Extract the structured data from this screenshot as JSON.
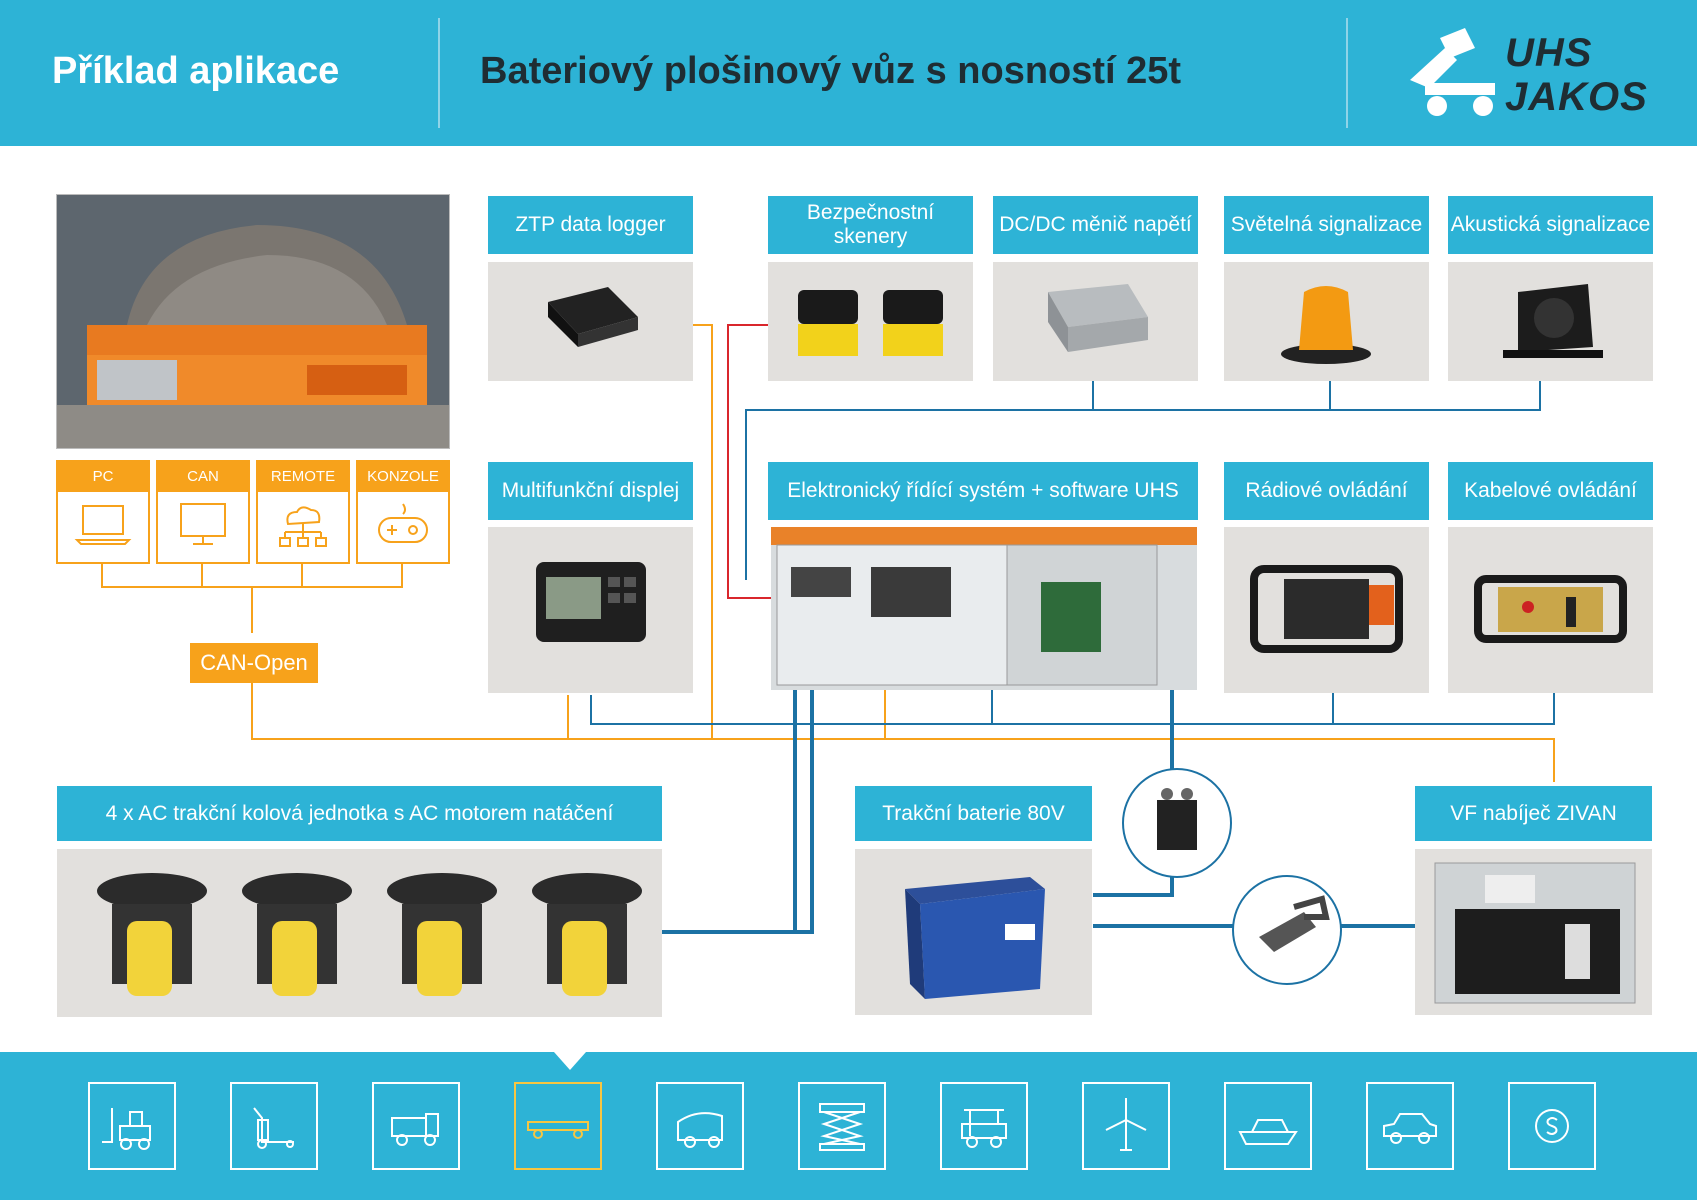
{
  "header": {
    "section": "Příklad aplikace",
    "title": "Bateriový plošinový vůz s nosností 25t",
    "logo_line1": "UHS",
    "logo_line2": "JAKOS"
  },
  "interfaces": [
    {
      "label": "PC",
      "icon": "laptop-icon"
    },
    {
      "label": "CAN",
      "icon": "monitor-icon"
    },
    {
      "label": "REMOTE",
      "icon": "cloud-network-icon"
    },
    {
      "label": "KONZOLE",
      "icon": "gamepad-icon"
    }
  ],
  "can_open": "CAN-Open",
  "components": {
    "ztp": "ZTP data logger",
    "scanners": "Bezpečnostní skenery",
    "dcdc": "DC/DC měnič napětí",
    "light": "Světelná signalizace",
    "acoustic": "Akustická signalizace",
    "display": "Multifunkční displej",
    "control": "Elektronický řídící systém + software UHS",
    "radio": "Rádiové ovládání",
    "cable": "Kabelové ovládání",
    "traction_units": "4 x AC trakční kolová jednotka s AC motorem natáčení",
    "battery": "Trakční baterie 80V",
    "charger": "VF nabíječ ZIVAN"
  },
  "footer_icons": [
    "forklift-icon",
    "pallet-truck-icon",
    "truck-icon",
    "platform-cart-icon",
    "sweeper-icon",
    "scissor-lift-icon",
    "golf-cart-icon",
    "wind-turbine-icon",
    "boat-icon",
    "car-icon",
    "special-icon"
  ],
  "colors": {
    "accent": "#2db3d6",
    "orange": "#f7a21b",
    "blue_line": "#1c72a4",
    "red_line": "#d9262c",
    "panel": "#e2e0dd"
  }
}
